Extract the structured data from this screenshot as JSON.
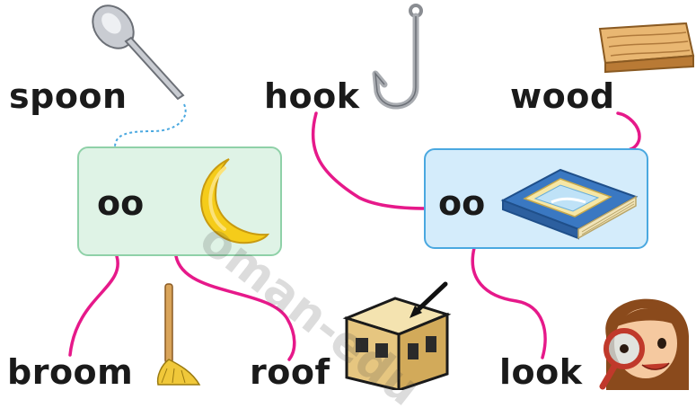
{
  "words": {
    "spoon": "spoon",
    "hook": "hook",
    "wood": "wood",
    "broom": "broom",
    "roof": "roof",
    "look": "look"
  },
  "boxes": {
    "left_label": "oo",
    "right_label": "oo"
  },
  "watermark": "oman-edu",
  "icons": {
    "spoon": "spoon-icon",
    "hook": "fishing-hook-icon",
    "wood": "wood-plank-icon",
    "moon": "crescent-moon-icon",
    "book": "book-icon",
    "broom": "broom-icon",
    "house": "house-roof-icon",
    "girl": "girl-with-magnifier-icon"
  },
  "colors": {
    "left_box_fill": "#dff3e6",
    "left_box_border": "#8fd1a8",
    "right_box_fill": "#d4ecfb",
    "right_box_border": "#4aa8e0",
    "link_line": "#e6198a",
    "dotted_line": "#4aa8e0",
    "moon": "#f5cc1a",
    "book": "#3a78c2"
  }
}
